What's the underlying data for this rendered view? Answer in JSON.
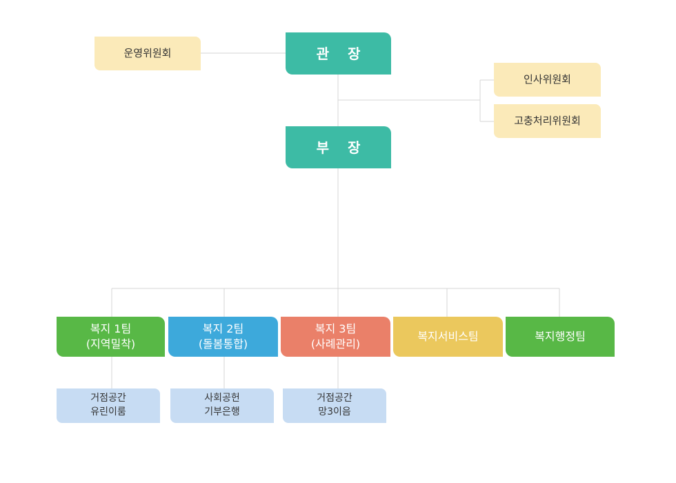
{
  "org": {
    "director": "관 장",
    "deputy": "부 장",
    "committees": {
      "operating": "운영위원회",
      "personnel": "인사위원회",
      "grievance": "고충처리위원회"
    },
    "teams": [
      {
        "label": "복지 1팀\n(지역밀착)",
        "color": "#58b846"
      },
      {
        "label": "복지 2팀\n(돌봄통합)",
        "color": "#3da9db"
      },
      {
        "label": "복지 3팀\n(사례관리)",
        "color": "#ea8069"
      },
      {
        "label": "복지서비스팀",
        "color": "#ebc85d"
      },
      {
        "label": "복지행정팀",
        "color": "#58b846"
      }
    ],
    "sub_units": [
      {
        "label": "거점공간\n유린이룸"
      },
      {
        "label": "사회공헌\n기부은행"
      },
      {
        "label": "거점공간\n망3이음"
      }
    ],
    "colors": {
      "main": "#3dbba5",
      "committee": "#fbeab9",
      "sub_unit": "#c7dcf3",
      "line": "#d5d5d5"
    }
  }
}
